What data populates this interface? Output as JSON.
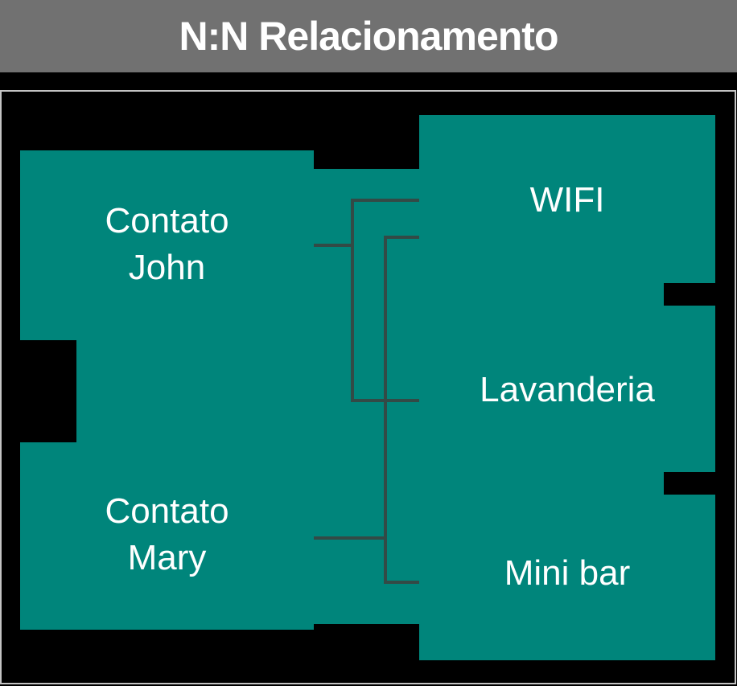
{
  "title_bar": {
    "title": "N:N Relacionamento"
  },
  "diagram": {
    "contacts": [
      {
        "id": "contato-john",
        "label": "Contato John",
        "lines": [
          "Contato",
          "John"
        ]
      },
      {
        "id": "contato-mary",
        "label": "Contato Mary",
        "lines": [
          "Contato",
          "Mary"
        ]
      }
    ],
    "services": [
      {
        "id": "wifi",
        "label": "WIFI"
      },
      {
        "id": "lavanderia",
        "label": "Lavanderia"
      },
      {
        "id": "mini-bar",
        "label": "Mini bar"
      }
    ],
    "relationships": [
      {
        "from": "Contato John",
        "to": "WIFI"
      },
      {
        "from": "Contato John",
        "to": "Lavanderia"
      },
      {
        "from": "Contato Mary",
        "to": "WIFI"
      },
      {
        "from": "Contato Mary",
        "to": "Mini bar"
      }
    ]
  },
  "colors": {
    "teal": "#00857B",
    "connector": "#334A46",
    "titlebar_bg": "#717171",
    "canvas_border": "#C3C3C3",
    "canvas_bg": "#000000",
    "text": "#FFFFFF"
  }
}
